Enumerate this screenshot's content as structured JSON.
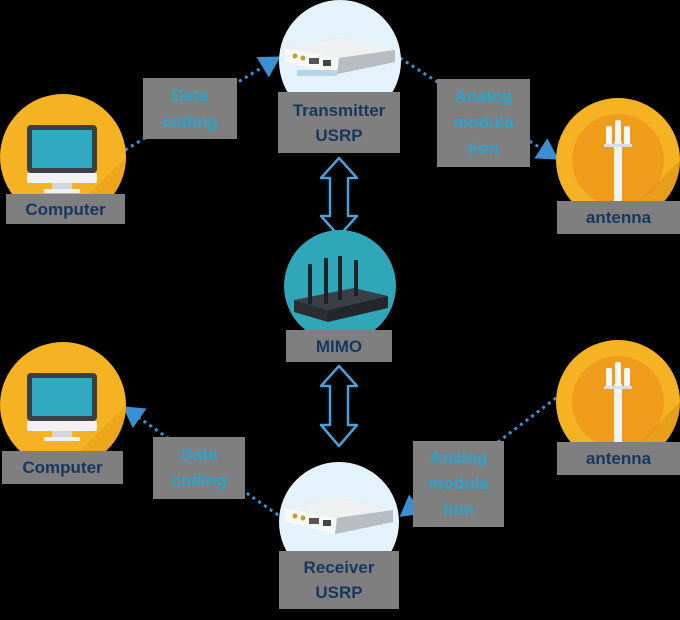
{
  "nodes": {
    "transmitter": {
      "label": "Transmitter\nUSRP"
    },
    "receiver": {
      "label": "Receiver\nUSRP"
    },
    "mimo": {
      "label": "MIMO"
    },
    "computer_top": {
      "label": "Computer"
    },
    "computer_bottom": {
      "label": "Computer"
    },
    "antenna_top": {
      "label": "antenna"
    },
    "antenna_bottom": {
      "label": "antenna"
    }
  },
  "edges": {
    "data_coding_top": "Data\ncoding",
    "data_coding_bottom": "Data\ncoding",
    "analog_modulation_top": "Analog\nmodula\ntion",
    "analog_modulation_bottom": "Analog\nmodula\ntion"
  },
  "colors": {
    "background": "#000000",
    "label_fill": "#7f7f7f",
    "node_label_text": "#17375e",
    "edge_label_text": "#2ea3c9",
    "computer_circle": "#f5b324",
    "antenna_circle": "#f5b324",
    "usrp_circle": "#e4f3fb",
    "mimo_circle": "#2fa7b8",
    "arrow_line": "#3d8fd1",
    "double_arrow_stroke": "#4aa0d8"
  },
  "icons": {
    "computer": "monitor-icon",
    "antenna": "cell-tower-icon",
    "usrp": "usrp-device-icon",
    "mimo": "mimo-router-icon"
  }
}
